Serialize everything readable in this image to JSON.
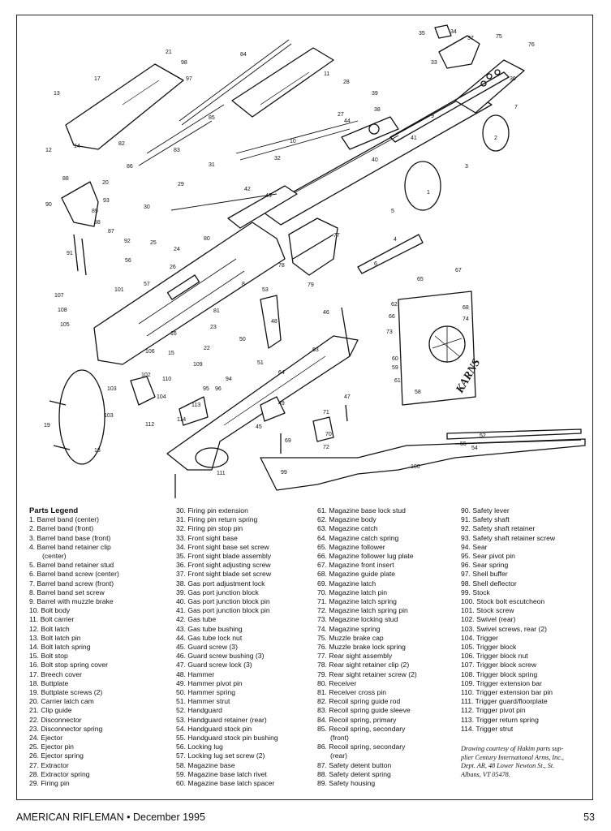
{
  "legend": {
    "title": "Parts Legend",
    "columns": [
      [
        "1. Barrel band (center)",
        "2. Barrel band (front)",
        "3. Barrel band base (front)",
        "4. Barrel band retainer clip",
        "(center)",
        "5. Barrel band retainer stud",
        "6. Barrel band screw (center)",
        "7. Barrel band screw (front)",
        "8. Barrel band set screw",
        "9. Barrel with muzzle brake",
        "10. Bolt body",
        "11. Bolt carrier",
        "12. Bolt latch",
        "13. Bolt latch pin",
        "14. Bolt latch spring",
        "15. Bolt stop",
        "16. Bolt stop spring cover",
        "17. Breech cover",
        "18. Buttplate",
        "19. Buttplate screws (2)",
        "20. Carrier latch cam",
        "21. Clip guide",
        "22. Disconnector",
        "23. Disconnector spring",
        "24. Ejector",
        "25. Ejector pin",
        "26. Ejector spring",
        "27. Extractor",
        "28. Extractor spring",
        "29. Firing pin"
      ],
      [
        "30. Firing pin extension",
        "31. Firing pin return spring",
        "32. Firing pin stop pin",
        "33. Front sight base",
        "34. Front sight base set screw",
        "35. Front sight blade assembly",
        "36. Front sight adjusting screw",
        "37. Front sight blade set screw",
        "38. Gas port adjustment lock",
        "39. Gas port junction block",
        "40. Gas port junction block pin",
        "41. Gas port junction block pin",
        "42. Gas tube",
        "43. Gas tube bushing",
        "44. Gas tube lock nut",
        "45. Guard screw (3)",
        "46. Guard screw bushing (3)",
        "47. Guard screw lock (3)",
        "48. Hammer",
        "49. Hammer pivot pin",
        "50. Hammer spring",
        "51. Hammer strut",
        "52. Handguard",
        "53. Handguard retainer (rear)",
        "54. Handguard stock pin",
        "55. Handguard stock pin bushing",
        "56. Locking lug",
        "57. Locking lug set screw (2)",
        "58. Magazine base",
        "59. Magazine base latch rivet",
        "60. Magazine base latch spacer"
      ],
      [
        "61. Magazine base lock stud",
        "62. Magazine body",
        "63. Magazine catch",
        "64. Magazine catch spring",
        "65. Magazine follower",
        "66. Magazine follower lug plate",
        "67. Magazine front insert",
        "68. Magazine guide plate",
        "69. Magazine latch",
        "70. Magazine latch pin",
        "71. Magazine latch spring",
        "72. Magazine latch spring pin",
        "73. Magazine locking stud",
        "74. Magazine spring",
        "75. Muzzle brake cap",
        "76. Muzzle brake lock spring",
        "77. Rear sight assembly",
        "78. Rear sight retainer clip (2)",
        "79. Rear sight retainer screw (2)",
        "80. Receiver",
        "81. Receiver cross pin",
        "82. Recoil spring guide rod",
        "83. Recoil spring guide sleeve",
        "84. Recoil spring, primary",
        "85. Recoil spring, secondary",
        "(front)",
        "86. Recoil spring, secondary",
        "(rear)",
        "87. Safety detent button",
        "88. Safety detent spring",
        "89. Safety housing"
      ],
      [
        "90. Safety lever",
        "91. Safety shaft",
        "92. Safety shaft retainer",
        "93. Safety shaft retainer screw",
        "94. Sear",
        "95. Sear pivot pin",
        "96. Sear spring",
        "97. Shell buffer",
        "98. Shell deflector",
        "99. Stock",
        "100. Stock bolt escutcheon",
        "101. Stock screw",
        "102. Swivel (rear)",
        "103. Swivel screws, rear (2)",
        "104. Trigger",
        "105. Trigger block",
        "106. Trigger block nut",
        "107. Trigger block screw",
        "108. Trigger block spring",
        "109. Trigger extension bar",
        "110. Trigger extension bar pin",
        "111. Trigger guard/floorplate",
        "112. Trigger pivot pin",
        "113. Trigger return spring",
        "114. Trigger strut"
      ]
    ]
  },
  "credit": [
    "Drawing courtesy of Hakim parts sup-",
    "plier Century International Arms, Inc.,",
    "Dept. AR, 48 Lower Newton St., St.",
    "Albans, VT 05478."
  ],
  "footer": {
    "left": "AMERICAN RIFLEMAN • December 1995",
    "right": "53"
  },
  "diagram": {
    "part_numbers": [
      "1",
      "2",
      "3",
      "4",
      "5",
      "6",
      "7",
      "8",
      "9",
      "10",
      "11",
      "12",
      "13",
      "14",
      "15",
      "16",
      "17",
      "18",
      "19",
      "20",
      "21",
      "22",
      "23",
      "24",
      "25",
      "26",
      "27",
      "28",
      "29",
      "30",
      "31",
      "32",
      "33",
      "34",
      "35",
      "36",
      "37",
      "38",
      "39",
      "40",
      "41",
      "42",
      "43",
      "44",
      "45",
      "46",
      "47",
      "48",
      "49",
      "50",
      "51",
      "52",
      "53",
      "54",
      "55",
      "56",
      "57",
      "58",
      "59",
      "60",
      "61",
      "62",
      "63",
      "64",
      "65",
      "66",
      "67",
      "68",
      "69",
      "70",
      "71",
      "72",
      "73",
      "74",
      "75",
      "76",
      "77",
      "78",
      "79",
      "80",
      "81",
      "82",
      "83",
      "84",
      "85",
      "86",
      "87",
      "88",
      "89",
      "90",
      "91",
      "92",
      "93",
      "94",
      "95",
      "96",
      "97",
      "98",
      "99",
      "100",
      "101",
      "102",
      "103",
      "104",
      "105",
      "106",
      "107",
      "108",
      "109",
      "110",
      "111",
      "112",
      "113",
      "114"
    ],
    "artist_signature": "KARNS"
  }
}
